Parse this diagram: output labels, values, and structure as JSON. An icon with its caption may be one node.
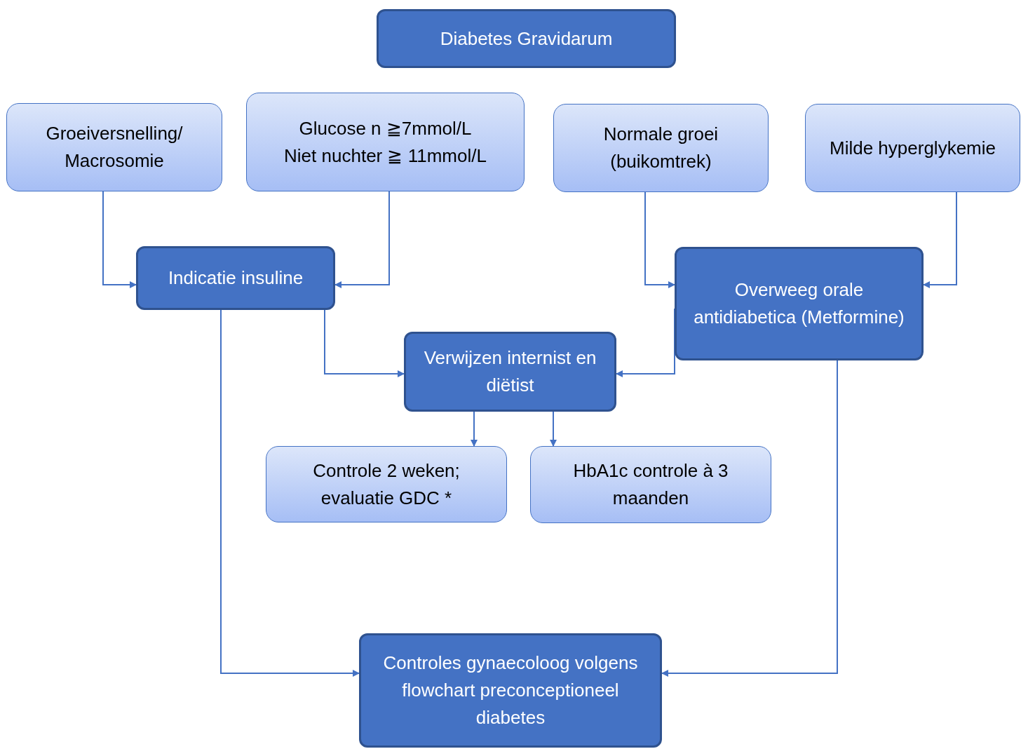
{
  "diagram": {
    "nodes": [
      {
        "text": [
          "Diabetes Gravidarum"
        ]
      },
      {
        "text": [
          "Groeiversnelling/ Macrosomie"
        ]
      },
      {
        "text": [
          "Glucose n ≧7mmol/L",
          "Niet nuchter ≧ 11mmol/L"
        ]
      },
      {
        "text": [
          "Normale groei (buikomtrek)"
        ]
      },
      {
        "text": [
          "Milde hyperglykemie"
        ]
      },
      {
        "text": [
          "Indicatie insuline"
        ]
      },
      {
        "text": [
          "Overweeg orale antidiabetica (Metformine)"
        ]
      },
      {
        "text": [
          "Verwijzen internist en diëtist"
        ]
      },
      {
        "text": [
          "Controle 2 weken; evaluatie GDC *"
        ]
      },
      {
        "text": [
          "HbA1c controle à 3 maanden"
        ]
      },
      {
        "text": [
          "Controles gynaecoloog volgens flowchart preconceptioneel diabetes"
        ]
      }
    ],
    "edges": [
      {
        "from": 1,
        "to": 5,
        "arrow": "to"
      },
      {
        "from": 2,
        "to": 5,
        "arrow": "to"
      },
      {
        "from": 3,
        "to": 6,
        "arrow": "to"
      },
      {
        "from": 4,
        "to": 6,
        "arrow": "to"
      },
      {
        "from": 5,
        "to": 7,
        "arrow": "to"
      },
      {
        "from": 6,
        "to": 7,
        "arrow": "to"
      },
      {
        "from": 7,
        "to": 8,
        "arrow": "to"
      },
      {
        "from": 7,
        "to": 9,
        "arrow": "to"
      },
      {
        "from": 5,
        "to": 10,
        "arrow": "to"
      },
      {
        "from": 6,
        "to": 10,
        "arrow": "to"
      }
    ]
  }
}
